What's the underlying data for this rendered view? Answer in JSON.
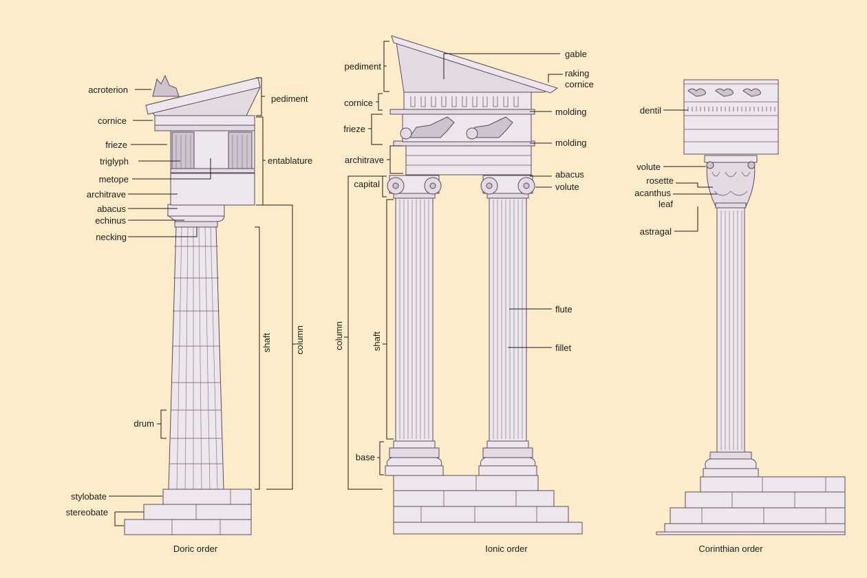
{
  "captions": {
    "doric": "Doric order",
    "ionic": "Ionic order",
    "corinthian": "Corinthian order"
  },
  "doric": {
    "acroterion": "acroterion",
    "pediment": "pediment",
    "cornice": "cornice",
    "frieze": "frieze",
    "triglyph": "triglyph",
    "metope": "metope",
    "architrave": "architrave",
    "entablature": "entablature",
    "abacus": "abacus",
    "echinus": "echinus",
    "necking": "necking",
    "shaft": "shaft",
    "column": "column",
    "drum": "drum",
    "stylobate": "stylobate",
    "stereobate": "stereobate"
  },
  "ionic": {
    "pediment": "pediment",
    "gable": "gable",
    "raking_cornice_1": "raking",
    "raking_cornice_2": "cornice",
    "cornice": "cornice",
    "molding_top": "molding",
    "frieze": "frieze",
    "molding_bottom": "molding",
    "architrave": "architrave",
    "abacus": "abacus",
    "capital": "capital",
    "volute": "volute",
    "column": "column",
    "shaft": "shaft",
    "flute": "flute",
    "fillet": "fillet",
    "base": "base"
  },
  "corinthian": {
    "dentil": "dentil",
    "volute": "volute",
    "rosette": "rosette",
    "acanthus_1": "acanthus",
    "acanthus_2": "leaf",
    "astragal": "astragal"
  }
}
